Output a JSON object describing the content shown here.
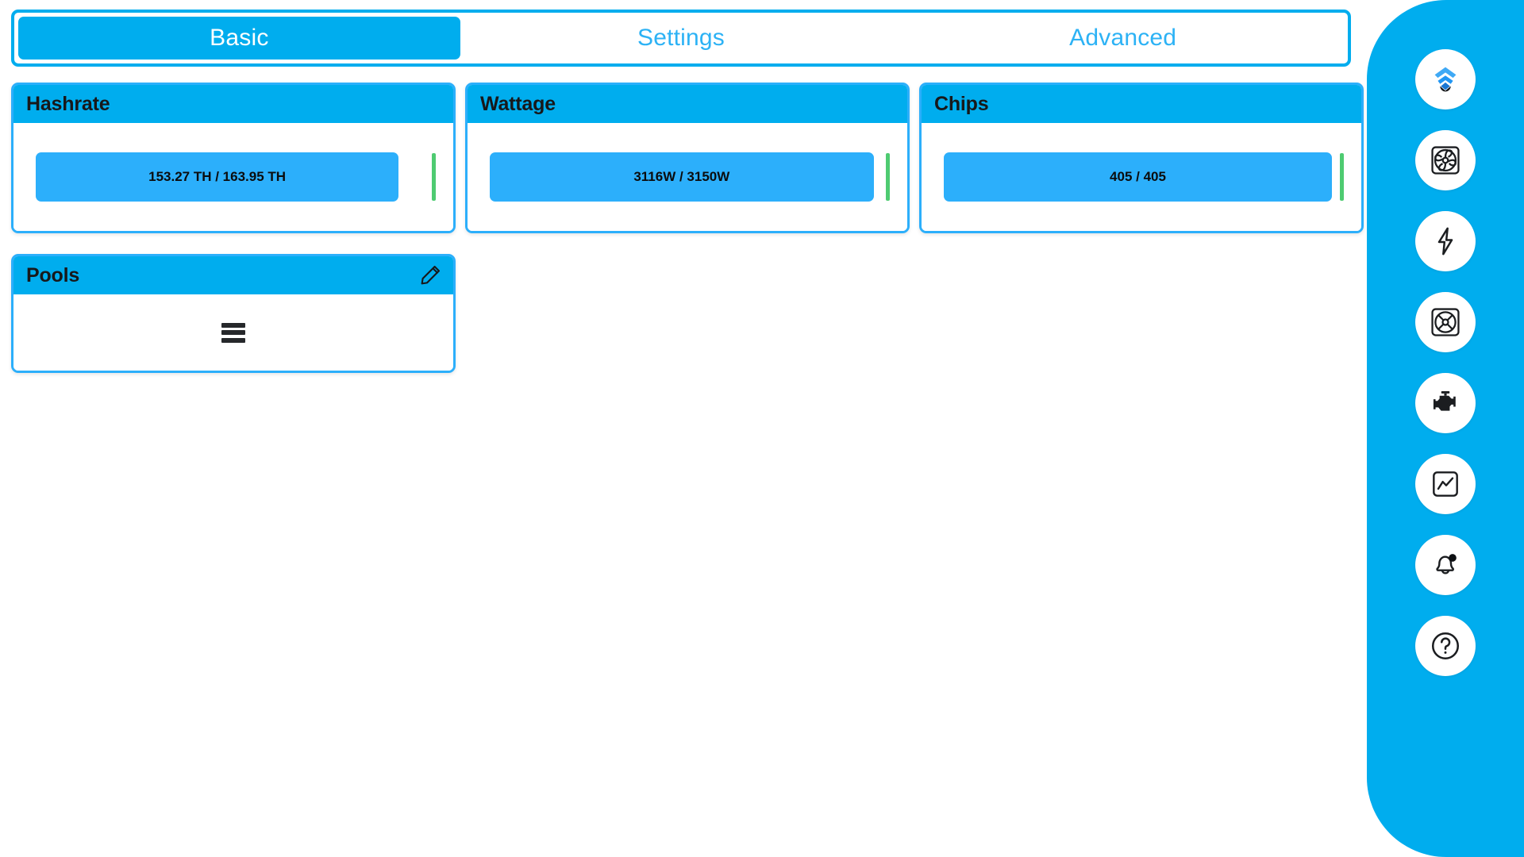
{
  "tabs": [
    {
      "label": "Basic",
      "active": true
    },
    {
      "label": "Settings",
      "active": false
    },
    {
      "label": "Advanced",
      "active": false
    }
  ],
  "cards": {
    "hashrate": {
      "title": "Hashrate",
      "value_label": "153.27 TH / 163.95 TH",
      "current": 153.27,
      "max": 163.95,
      "unit": "TH",
      "fill_percent": 93.5,
      "marker_color": "#4ecb71"
    },
    "wattage": {
      "title": "Wattage",
      "value_label": "3116W / 3150W",
      "current": 3116,
      "max": 3150,
      "unit": "W",
      "fill_percent": 98.9,
      "marker_color": "#4ecb71"
    },
    "chips": {
      "title": "Chips",
      "value_label": "405 / 405",
      "current": 405,
      "max": 405,
      "unit": "",
      "fill_percent": 100,
      "marker_color": "#4ecb71"
    },
    "pools": {
      "title": "Pools",
      "edit_icon": "pencil-icon",
      "menu_icon": "hamburger-menu-icon"
    }
  },
  "sidebar": {
    "items": [
      {
        "icon": "braiins-logo-icon",
        "name": "logo"
      },
      {
        "icon": "fan-icon",
        "name": "fans"
      },
      {
        "icon": "lightning-bolt-icon",
        "name": "power"
      },
      {
        "icon": "cooling-chip-icon",
        "name": "cooling"
      },
      {
        "icon": "engine-icon",
        "name": "tuner"
      },
      {
        "icon": "chart-line-icon",
        "name": "metrics"
      },
      {
        "icon": "bell-icon",
        "name": "notifications",
        "badge": true
      },
      {
        "icon": "question-circle-icon",
        "name": "help"
      }
    ]
  },
  "colors": {
    "brand_blue": "#00adee",
    "bar_blue": "#2caffb",
    "marker_green": "#4ecb71",
    "text_dark": "#17181a"
  }
}
